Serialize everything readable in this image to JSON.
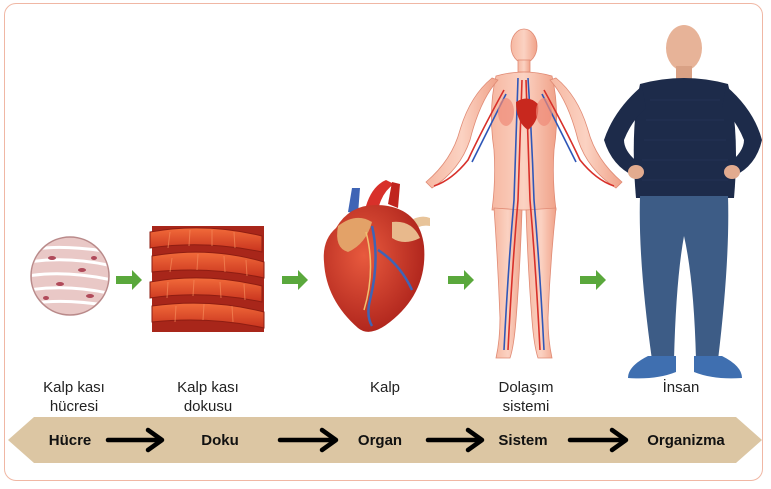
{
  "levels": [
    {
      "caption_line1": "Kalp kası",
      "caption_line2": "hücresi",
      "level_name": "Hücre"
    },
    {
      "caption_line1": "Kalp kası",
      "caption_line2": "dokusu",
      "level_name": "Doku"
    },
    {
      "caption_line1": "Kalp",
      "caption_line2": "",
      "level_name": "Organ"
    },
    {
      "caption_line1": "Dolaşım",
      "caption_line2": "sistemi",
      "level_name": "Sistem"
    },
    {
      "caption_line1": "İnsan",
      "caption_line2": "",
      "level_name": "Organizma"
    }
  ],
  "colors": {
    "band": "#dcc6a3",
    "green_arrow": "#5aa83c",
    "frame": "#f0b7a4",
    "muscle": "#e0452a",
    "heart": "#c8281e",
    "body": "#f1a58c",
    "shirt": "#1d2b4a",
    "jeans": "#3d5c86"
  },
  "icons": [
    "cell-icon",
    "tissue-icon",
    "heart-icon",
    "circulatory-system-icon",
    "person-icon",
    "arrow-right-icon"
  ]
}
